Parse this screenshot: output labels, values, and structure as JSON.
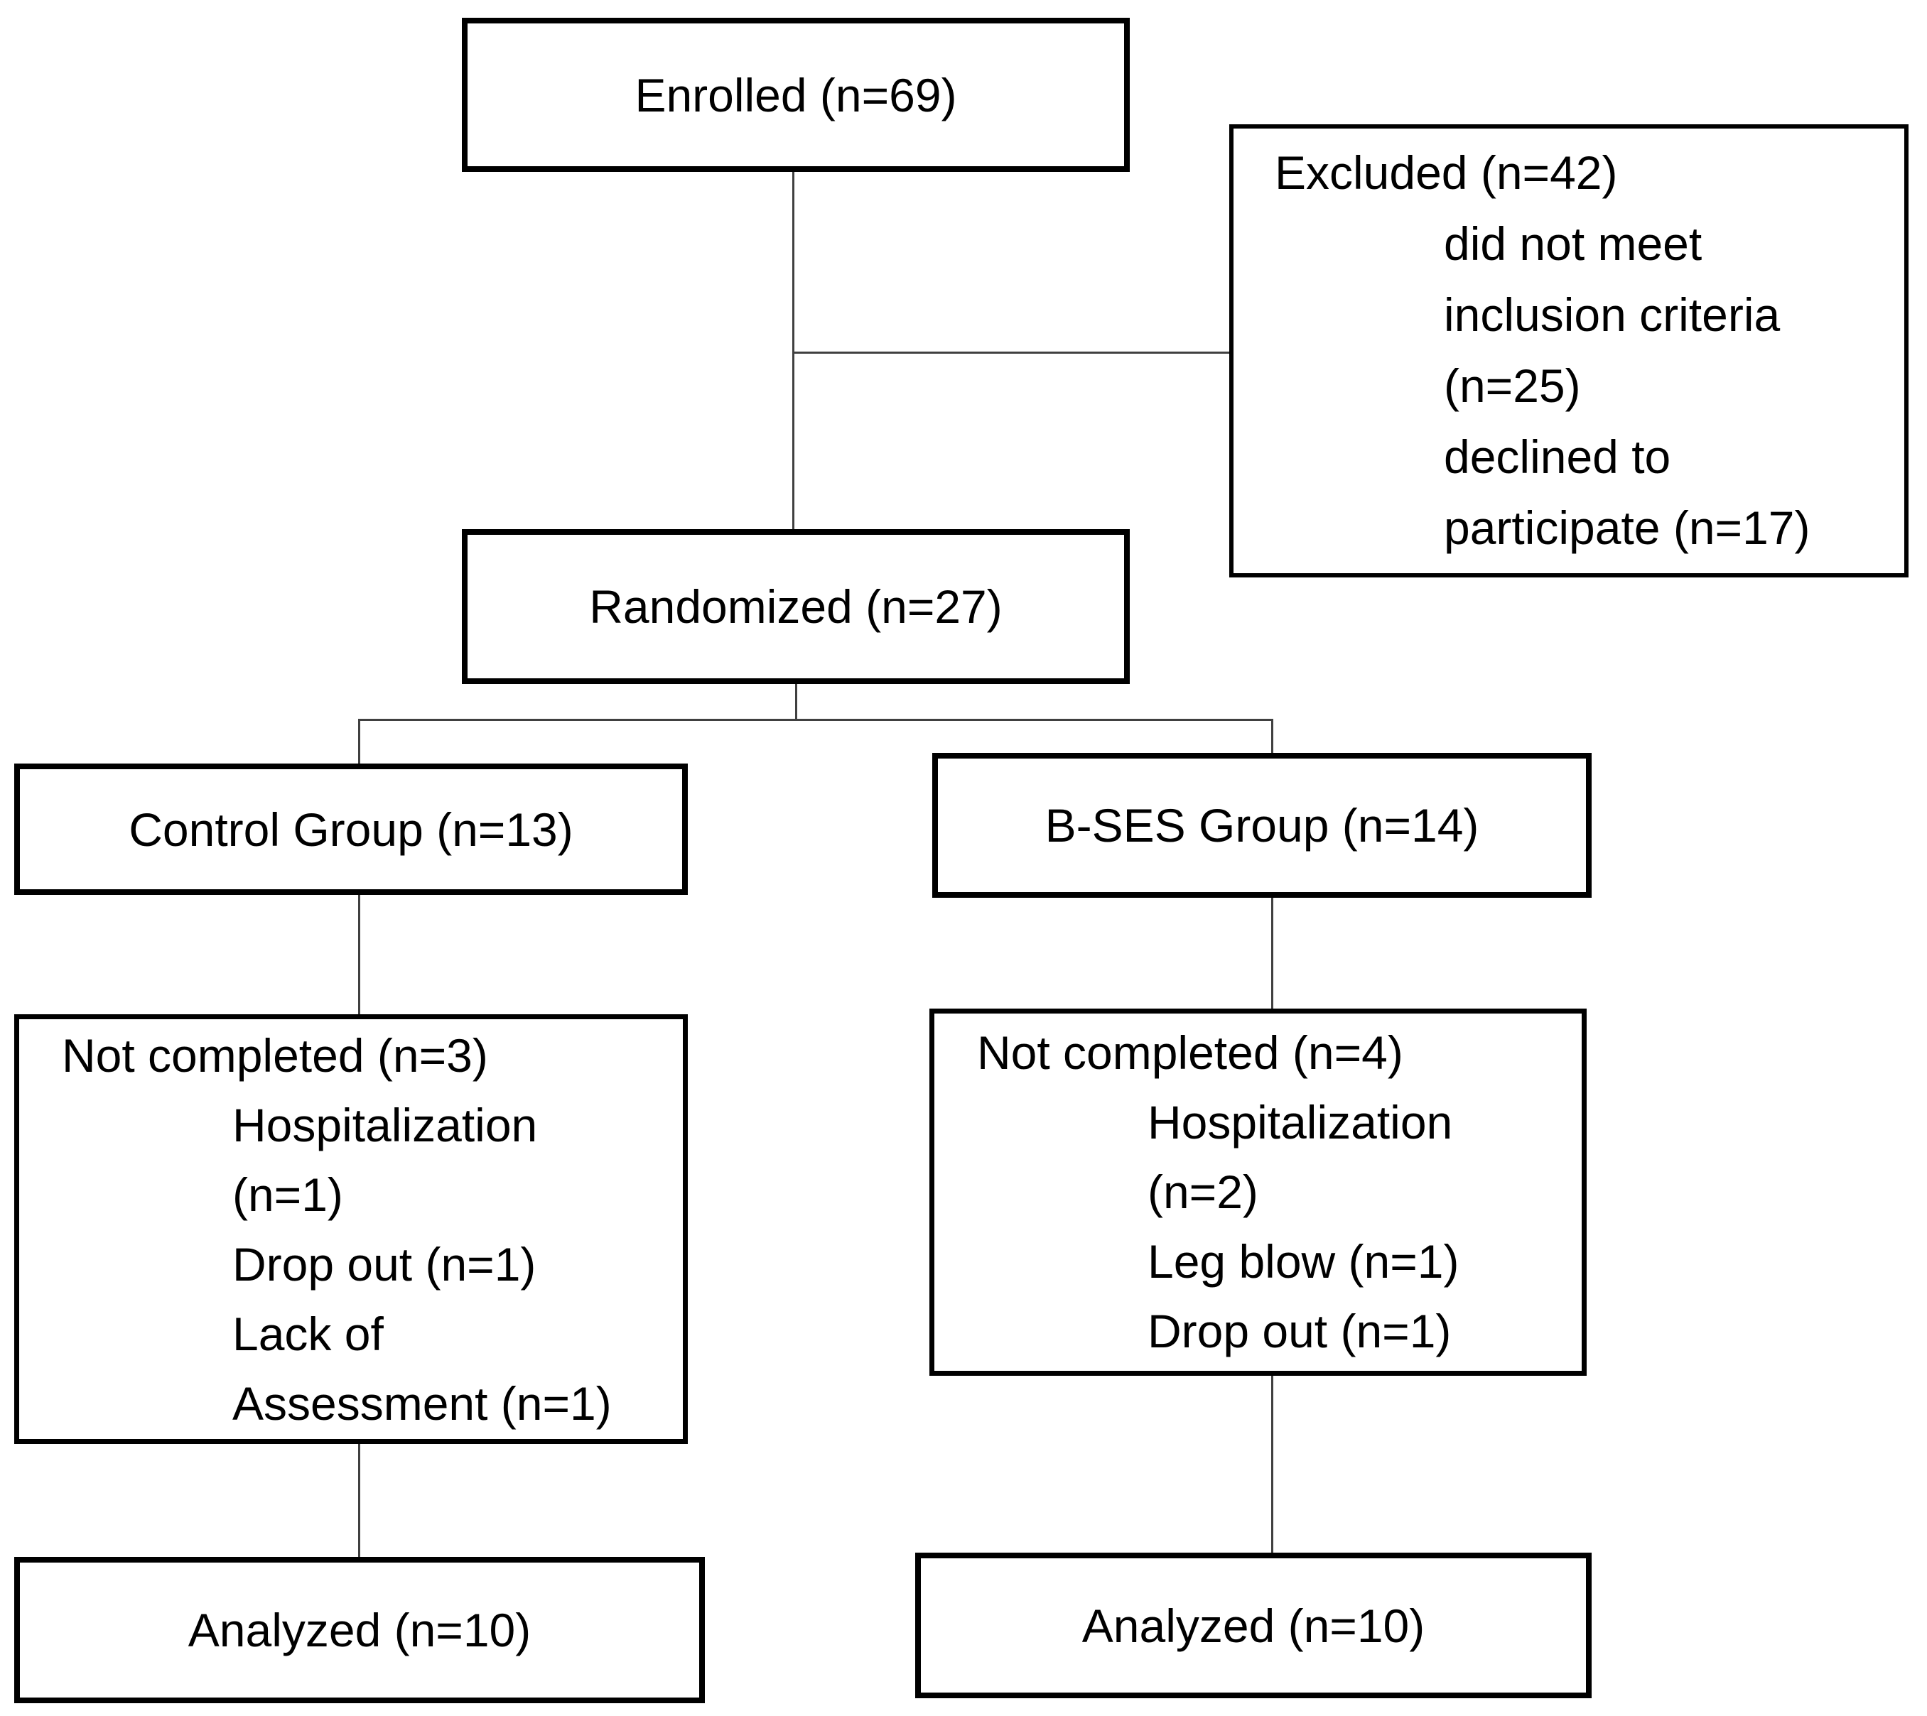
{
  "flowchart": {
    "enrolled": {
      "label": "Enrolled (n=69)"
    },
    "excluded": {
      "lines": [
        "Excluded (n=42)",
        "did not meet",
        "inclusion criteria",
        "(n=25)",
        "declined to",
        "participate (n=17)"
      ]
    },
    "randomized": {
      "label": "Randomized (n=27)"
    },
    "control_group": {
      "label": "Control Group (n=13)"
    },
    "bses_group": {
      "label": "B-SES Group (n=14)"
    },
    "control_not_completed": {
      "lines": [
        "Not completed (n=3)",
        "Hospitalization",
        "(n=1)",
        "Drop out (n=1)",
        "Lack of",
        "Assessment (n=1)"
      ]
    },
    "bses_not_completed": {
      "lines": [
        "Not completed (n=4)",
        "Hospitalization",
        "(n=2)",
        "Leg blow (n=1)",
        "Drop out (n=1)"
      ]
    },
    "control_analyzed": {
      "label": "Analyzed (n=10)"
    },
    "bses_analyzed": {
      "label": "Analyzed (n=10)"
    },
    "colors": {
      "background": "#ffffff",
      "box_border": "#000000",
      "text": "#000000",
      "connector": "#404040"
    }
  }
}
